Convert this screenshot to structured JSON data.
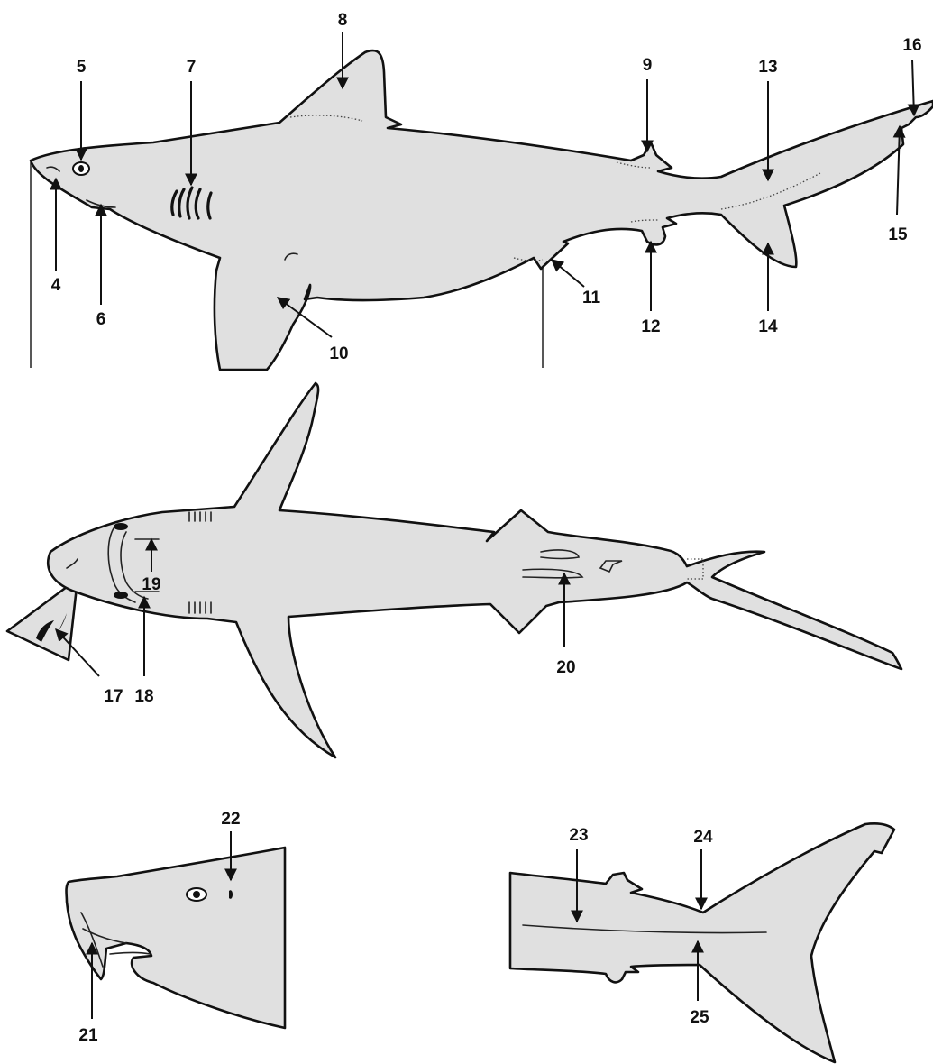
{
  "colors": {
    "body_fill": "#e0e0e0",
    "outline": "#111111",
    "background": "#ffffff"
  },
  "labels": {
    "l4": "4",
    "l5": "5",
    "l6": "6",
    "l7": "7",
    "l8": "8",
    "l9": "9",
    "l10": "10",
    "l11": "11",
    "l12": "12",
    "l13": "13",
    "l14": "14",
    "l15": "15",
    "l16": "16",
    "l17": "17",
    "l18": "18",
    "l19": "19",
    "l20": "20",
    "l21": "21",
    "l22": "22",
    "l23": "23",
    "l24": "24",
    "l25": "25"
  }
}
